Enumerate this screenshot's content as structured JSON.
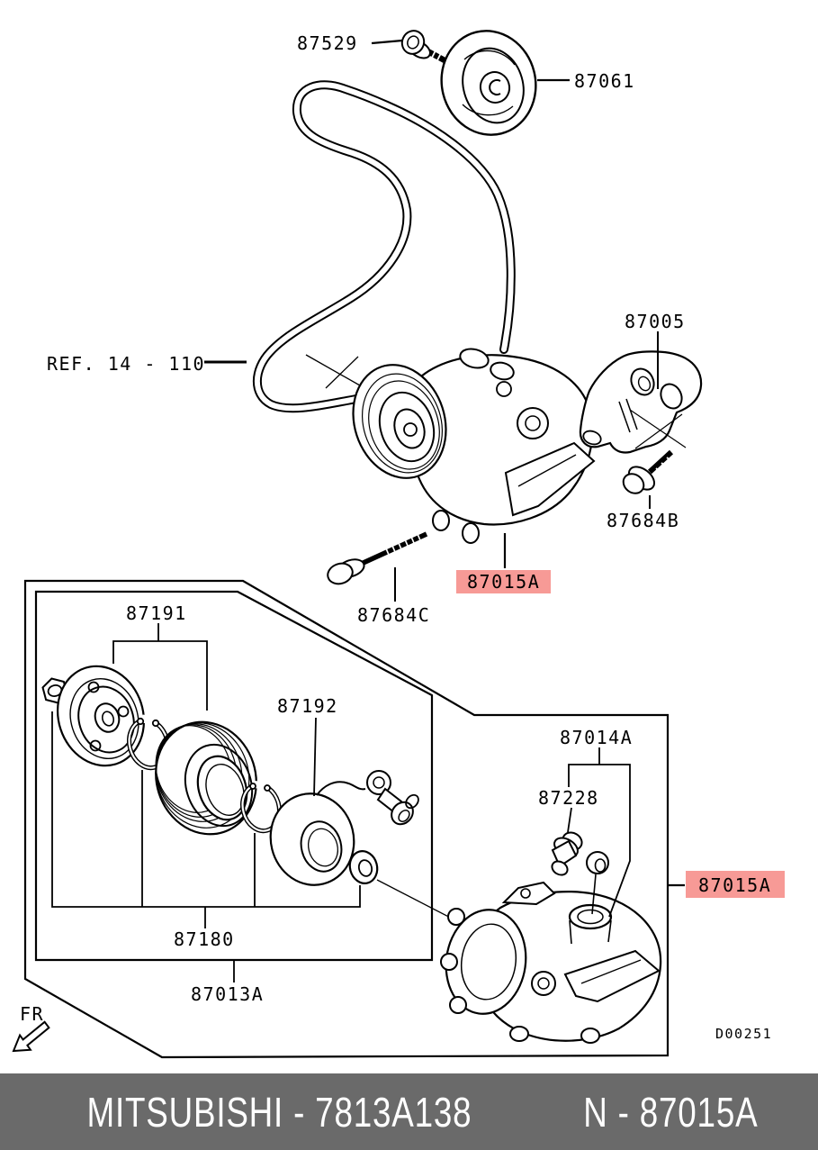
{
  "labels": {
    "idler_bolt": "87529",
    "idler_pulley": "87061",
    "belt_ref": "REF. 14 - 110",
    "mount_bracket": "87005",
    "bracket_bolt": "87684B",
    "compressor_bolt": "87684C",
    "compressor_assy_top": "87015A",
    "clutch_assy": "87191",
    "clutch_coil": "87192",
    "clutch_kit": "87180",
    "clutch_set": "87013A",
    "valve_group": "87014A",
    "pressure_sensor": "87228",
    "compressor_assy_right": "87015A",
    "front_marker": "FR",
    "drawing_code": "D00251"
  },
  "footer": {
    "brand_part": "MITSUBISHI - 7813A138",
    "catalog_ref": "N - 87015A"
  },
  "colors": {
    "line": "#000000",
    "background": "#ffffff",
    "highlight_bg": "#f79a96",
    "highlight_text": "#9e1510",
    "footer_bg": "#6a6a6a",
    "footer_text": "#ffffff"
  }
}
